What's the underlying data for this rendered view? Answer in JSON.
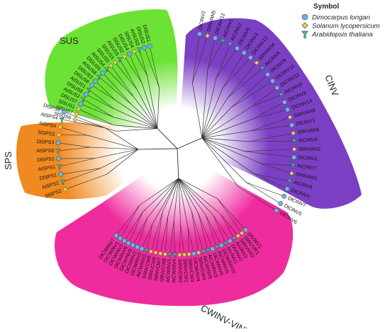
{
  "colors": {
    "background": "#ffffff",
    "line": "#333333",
    "species": {
      "dimocarpus": "#6fb2e6",
      "solanum": "#e6d24a",
      "arabidopsis": "#3fb8a5"
    },
    "groups": {
      "SUS": "#6be234",
      "SPS": "#f0891f",
      "CINV": "#7b3fc4",
      "CWINV_VINV": "#ee2c9e"
    }
  },
  "legend": {
    "title": "Symbol",
    "items": [
      {
        "key": "dimocarpus",
        "label": "Dimocarpus longan",
        "icon": "circle-icon"
      },
      {
        "key": "solanum",
        "label": "Solanum lycopersicum",
        "icon": "diamond-icon"
      },
      {
        "key": "arabidopsis",
        "label": "Arabidopsis thaliana",
        "icon": "triangle-icon"
      }
    ]
  },
  "groups": [
    {
      "key": "SUS",
      "label": "SUS",
      "leaves": [
        {
          "name": "DlSUS1",
          "sp": "dimocarpus"
        },
        {
          "name": "DlSUS2",
          "sp": "dimocarpus"
        },
        {
          "name": "AtSUS3",
          "sp": "arabidopsis"
        },
        {
          "name": "SlSUS4",
          "sp": "solanum"
        },
        {
          "name": "DlSUS4",
          "sp": "dimocarpus"
        },
        {
          "name": "SlSUS2",
          "sp": "solanum"
        },
        {
          "name": "AtSUS5",
          "sp": "arabidopsis"
        },
        {
          "name": "SlSUS3",
          "sp": "solanum"
        },
        {
          "name": "SlSUS5",
          "sp": "solanum"
        },
        {
          "name": "AtSUS4",
          "sp": "arabidopsis"
        },
        {
          "name": "DlSUS5",
          "sp": "dimocarpus"
        },
        {
          "name": "AtSUS6",
          "sp": "arabidopsis"
        },
        {
          "name": "DlSUS3",
          "sp": "dimocarpus"
        },
        {
          "name": "DlSUS6",
          "sp": "dimocarpus"
        },
        {
          "name": "AtSUS1",
          "sp": "arabidopsis"
        },
        {
          "name": "DlSUS8",
          "sp": "dimocarpus"
        },
        {
          "name": "AtSUS2",
          "sp": "arabidopsis"
        },
        {
          "name": "DlSUS7",
          "sp": "dimocarpus"
        },
        {
          "name": "SlSUS1",
          "sp": "solanum"
        },
        {
          "name": "SlSUS7",
          "sp": "solanum"
        },
        {
          "name": "SlSUS6",
          "sp": "solanum"
        }
      ]
    },
    {
      "key": "SPS",
      "label": "SPS",
      "leaves": [
        {
          "name": "DlSPS4",
          "sp": "dimocarpus"
        },
        {
          "name": "AtSPS4",
          "sp": "arabidopsis"
        },
        {
          "name": "SlSPS4",
          "sp": "solanum"
        },
        {
          "name": "SlSPS3",
          "sp": "solanum"
        },
        {
          "name": "DlSPS3",
          "sp": "dimocarpus"
        },
        {
          "name": "AtSPS3",
          "sp": "arabidopsis"
        },
        {
          "name": "DlSPS2",
          "sp": "dimocarpus"
        },
        {
          "name": "AtSPS1",
          "sp": "arabidopsis"
        },
        {
          "name": "DlSPS1",
          "sp": "dimocarpus"
        },
        {
          "name": "AtSPS2",
          "sp": "arabidopsis"
        },
        {
          "name": "SlSPS2",
          "sp": "solanum"
        }
      ]
    },
    {
      "key": "CINV",
      "label": "CINV",
      "leaves": [
        {
          "name": "DlCINV2",
          "sp": "dimocarpus"
        },
        {
          "name": "SlINVAN5",
          "sp": "solanum"
        },
        {
          "name": "DlCINV12",
          "sp": "dimocarpus"
        },
        {
          "name": "AtCINV1",
          "sp": "arabidopsis"
        },
        {
          "name": "AtCINV2",
          "sp": "arabidopsis"
        },
        {
          "name": "DlCINV5",
          "sp": "dimocarpus"
        },
        {
          "name": "DlCINV3",
          "sp": "dimocarpus"
        },
        {
          "name": "DlCINV13",
          "sp": "dimocarpus"
        },
        {
          "name": "SlINVAN4",
          "sp": "solanum"
        },
        {
          "name": "AtCINV4",
          "sp": "arabidopsis"
        },
        {
          "name": "DlCINV9",
          "sp": "dimocarpus"
        },
        {
          "name": "DlCINV10",
          "sp": "dimocarpus"
        },
        {
          "name": "DlCINV11",
          "sp": "dimocarpus"
        },
        {
          "name": "AtCINV8",
          "sp": "arabidopsis"
        },
        {
          "name": "DlCINV8",
          "sp": "dimocarpus"
        },
        {
          "name": "DlCINV14",
          "sp": "dimocarpus"
        },
        {
          "name": "SlINVAN8",
          "sp": "solanum"
        },
        {
          "name": "DlCINV3",
          "sp": "dimocarpus"
        },
        {
          "name": "SlINVAN6",
          "sp": "solanum"
        },
        {
          "name": "AtCINV9",
          "sp": "arabidopsis"
        },
        {
          "name": "SlINVAN2",
          "sp": "solanum"
        },
        {
          "name": "DlCINV1",
          "sp": "dimocarpus"
        },
        {
          "name": "AtCINV7",
          "sp": "arabidopsis"
        },
        {
          "name": "SlINVAN1",
          "sp": "solanum"
        },
        {
          "name": "AtCINV6",
          "sp": "arabidopsis"
        },
        {
          "name": "DlCINV4",
          "sp": "dimocarpus"
        },
        {
          "name": "DlCINV7",
          "sp": "dimocarpus"
        },
        {
          "name": "DlCINV5",
          "sp": "dimocarpus"
        },
        {
          "name": "DlCINV6",
          "sp": "dimocarpus"
        }
      ]
    },
    {
      "key": "CWINV_VINV",
      "label": "CWINV-VINV",
      "leaves": [
        {
          "name": "DlVINV1",
          "sp": "dimocarpus"
        },
        {
          "name": "SlINVVR1",
          "sp": "solanum"
        },
        {
          "name": "SlINVVR2",
          "sp": "solanum"
        },
        {
          "name": "AtVINV2",
          "sp": "arabidopsis"
        },
        {
          "name": "DlVINV2",
          "sp": "dimocarpus"
        },
        {
          "name": "AtVINV1",
          "sp": "arabidopsis"
        },
        {
          "name": "DlCWINV10",
          "sp": "dimocarpus"
        },
        {
          "name": "AtCWINV6",
          "sp": "arabidopsis"
        },
        {
          "name": "DlCWINV6",
          "sp": "dimocarpus"
        },
        {
          "name": "AtCWINV3",
          "sp": "arabidopsis"
        },
        {
          "name": "AtCWINV5",
          "sp": "arabidopsis"
        },
        {
          "name": "SlINVCW4",
          "sp": "solanum"
        },
        {
          "name": "DlCWINV4",
          "sp": "dimocarpus"
        },
        {
          "name": "SlINVCW3",
          "sp": "solanum"
        },
        {
          "name": "SlINVCW1",
          "sp": "solanum"
        },
        {
          "name": "SlINVCW2",
          "sp": "solanum"
        },
        {
          "name": "AtCWINV4",
          "sp": "arabidopsis"
        },
        {
          "name": "AtCWINV1",
          "sp": "arabidopsis"
        },
        {
          "name": "SlINVCW8",
          "sp": "solanum"
        },
        {
          "name": "SlINVCW7",
          "sp": "solanum"
        },
        {
          "name": "SlINVCW6",
          "sp": "solanum"
        },
        {
          "name": "SlINVCW5",
          "sp": "solanum"
        },
        {
          "name": "AtCWINV2",
          "sp": "arabidopsis"
        },
        {
          "name": "DlCWINV3",
          "sp": "dimocarpus"
        },
        {
          "name": "DlCWINV2",
          "sp": "dimocarpus"
        },
        {
          "name": "DlCWINV9",
          "sp": "dimocarpus"
        },
        {
          "name": "DlCWINV8",
          "sp": "dimocarpus"
        },
        {
          "name": "DlCWINV5",
          "sp": "dimocarpus"
        },
        {
          "name": "DlCWINV1",
          "sp": "dimocarpus"
        },
        {
          "name": "DlCWINV7",
          "sp": "dimocarpus"
        }
      ]
    }
  ]
}
